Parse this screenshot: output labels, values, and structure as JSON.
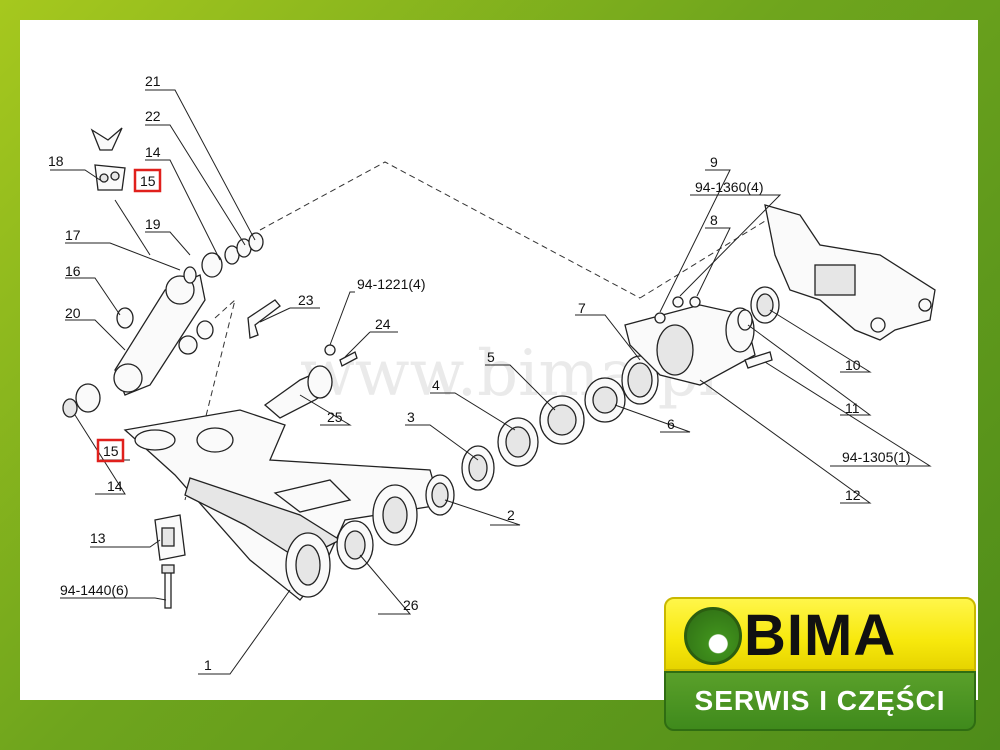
{
  "diagram": {
    "callouts": [
      {
        "id": "c1",
        "text": "1"
      },
      {
        "id": "c2",
        "text": "2"
      },
      {
        "id": "c3",
        "text": "3"
      },
      {
        "id": "c4",
        "text": "4"
      },
      {
        "id": "c5",
        "text": "5"
      },
      {
        "id": "c6",
        "text": "6"
      },
      {
        "id": "c7",
        "text": "7"
      },
      {
        "id": "c8",
        "text": "8"
      },
      {
        "id": "c9",
        "text": "9"
      },
      {
        "id": "c10",
        "text": "10"
      },
      {
        "id": "c11",
        "text": "11"
      },
      {
        "id": "c12",
        "text": "12"
      },
      {
        "id": "c13",
        "text": "13"
      },
      {
        "id": "c14a",
        "text": "14"
      },
      {
        "id": "c14b",
        "text": "14"
      },
      {
        "id": "c16",
        "text": "16"
      },
      {
        "id": "c17",
        "text": "17"
      },
      {
        "id": "c18",
        "text": "18"
      },
      {
        "id": "c19",
        "text": "19"
      },
      {
        "id": "c20",
        "text": "20"
      },
      {
        "id": "c21",
        "text": "21"
      },
      {
        "id": "c22",
        "text": "22"
      },
      {
        "id": "c23",
        "text": "23"
      },
      {
        "id": "c24",
        "text": "24"
      },
      {
        "id": "c25",
        "text": "25"
      },
      {
        "id": "c26",
        "text": "26"
      },
      {
        "id": "c941221",
        "text": "94-1221(4)"
      },
      {
        "id": "c941360",
        "text": "94-1360(4)"
      },
      {
        "id": "c941305",
        "text": "94-1305(1)"
      },
      {
        "id": "c941440",
        "text": "94-1440(6)"
      }
    ],
    "highlighted": [
      {
        "id": "h15a",
        "text": "15"
      },
      {
        "id": "h15b",
        "text": "15"
      }
    ],
    "watermark": "www.bima.pl",
    "highlight_color": "#e0201c"
  },
  "logo": {
    "brand": "BIMA",
    "tagline": "SERWIS I CZĘŚCI",
    "colors": {
      "yellow": "#f7e80c",
      "green": "#3f8a1c"
    }
  }
}
